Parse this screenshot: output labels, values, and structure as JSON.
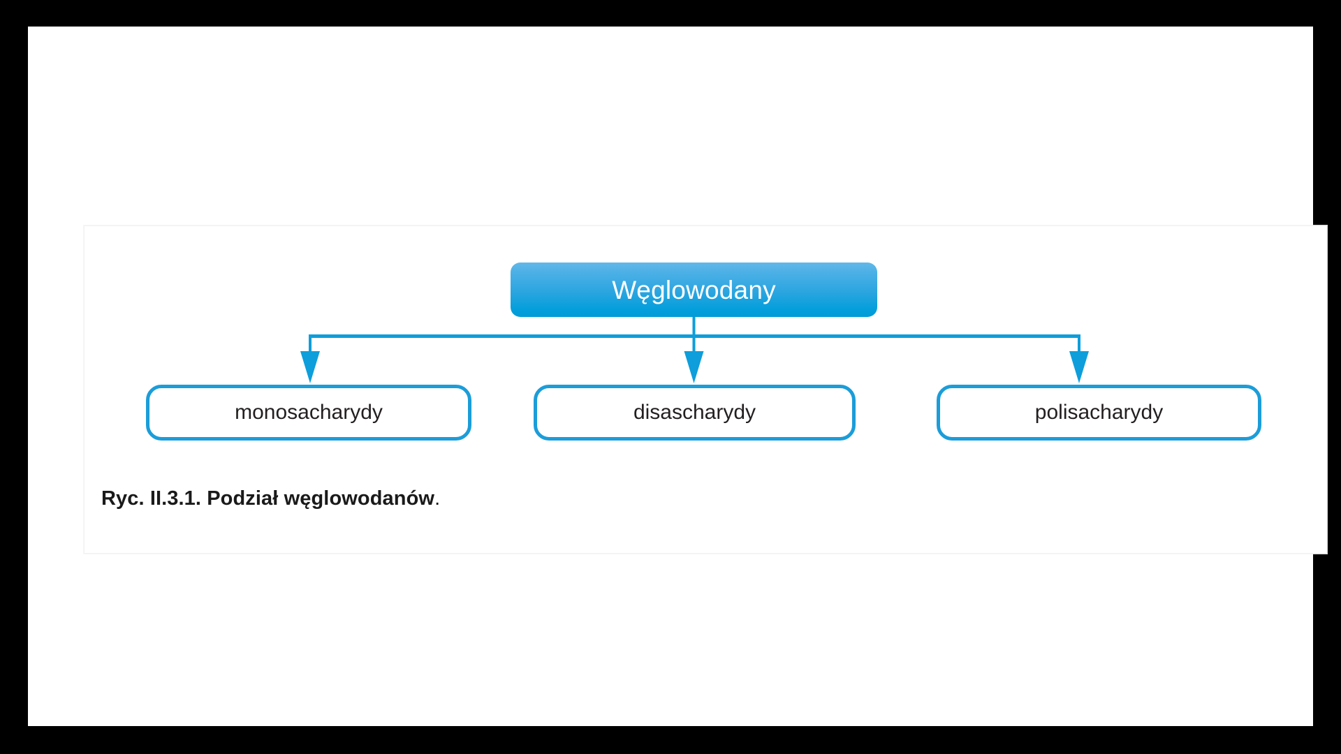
{
  "figure": {
    "caption_main": "Ryc. II.3.1. Podział węglowodanów",
    "caption_period": ".",
    "caption_full": "Ryc. II.3.1. Podział węglowodanów."
  },
  "diagram": {
    "type": "tree",
    "orientation": "top-down",
    "root": {
      "id": "weglowodany",
      "label": "Węglowodany",
      "style": "filled-gradient",
      "text_color": "#ffffff",
      "fill_top": "#63b8e8",
      "fill_bottom": "#019bd8"
    },
    "children": [
      {
        "id": "monosacharydy",
        "label": "monosacharydy",
        "style": "outlined",
        "text_color": "#231f20",
        "border_color": "#1b9dd9",
        "fill": "#ffffff"
      },
      {
        "id": "disascharydy",
        "label": "disascharydy",
        "style": "outlined",
        "text_color": "#231f20",
        "border_color": "#1b9dd9",
        "fill": "#ffffff"
      },
      {
        "id": "polisacharydy",
        "label": "polisacharydy",
        "style": "outlined",
        "text_color": "#231f20",
        "border_color": "#1b9dd9",
        "fill": "#ffffff"
      }
    ],
    "connector": {
      "color": "#0d9edb",
      "line_width": 4,
      "arrow_count": 3,
      "arrow_style": "narrow-triangle"
    }
  },
  "colors": {
    "page_background": "#000000",
    "sheet_background": "#ffffff",
    "panel_border": "#f2f2f3",
    "accent_blue": "#1b9dd9",
    "connector_blue": "#0d9edb",
    "caption_text": "#1a1a1a"
  }
}
